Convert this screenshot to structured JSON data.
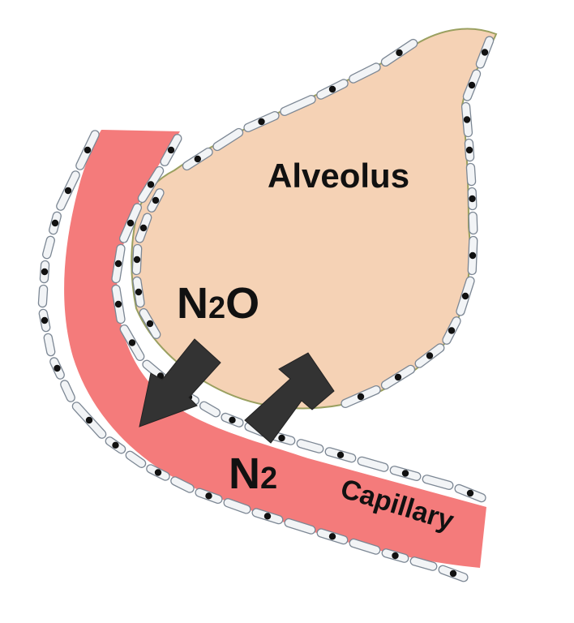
{
  "labels": {
    "alveolus": "Alveolus",
    "n2o": "N2O",
    "n2": "N2",
    "capillary": "Capillary"
  },
  "colors": {
    "alveolus_fill": "#f5d2b5",
    "capillary_fill": "#f47b7b",
    "arrow": "#333333",
    "cell_fill": "#f2f4f6",
    "cell_stroke": "#7c8794",
    "nucleus": "#111111"
  }
}
